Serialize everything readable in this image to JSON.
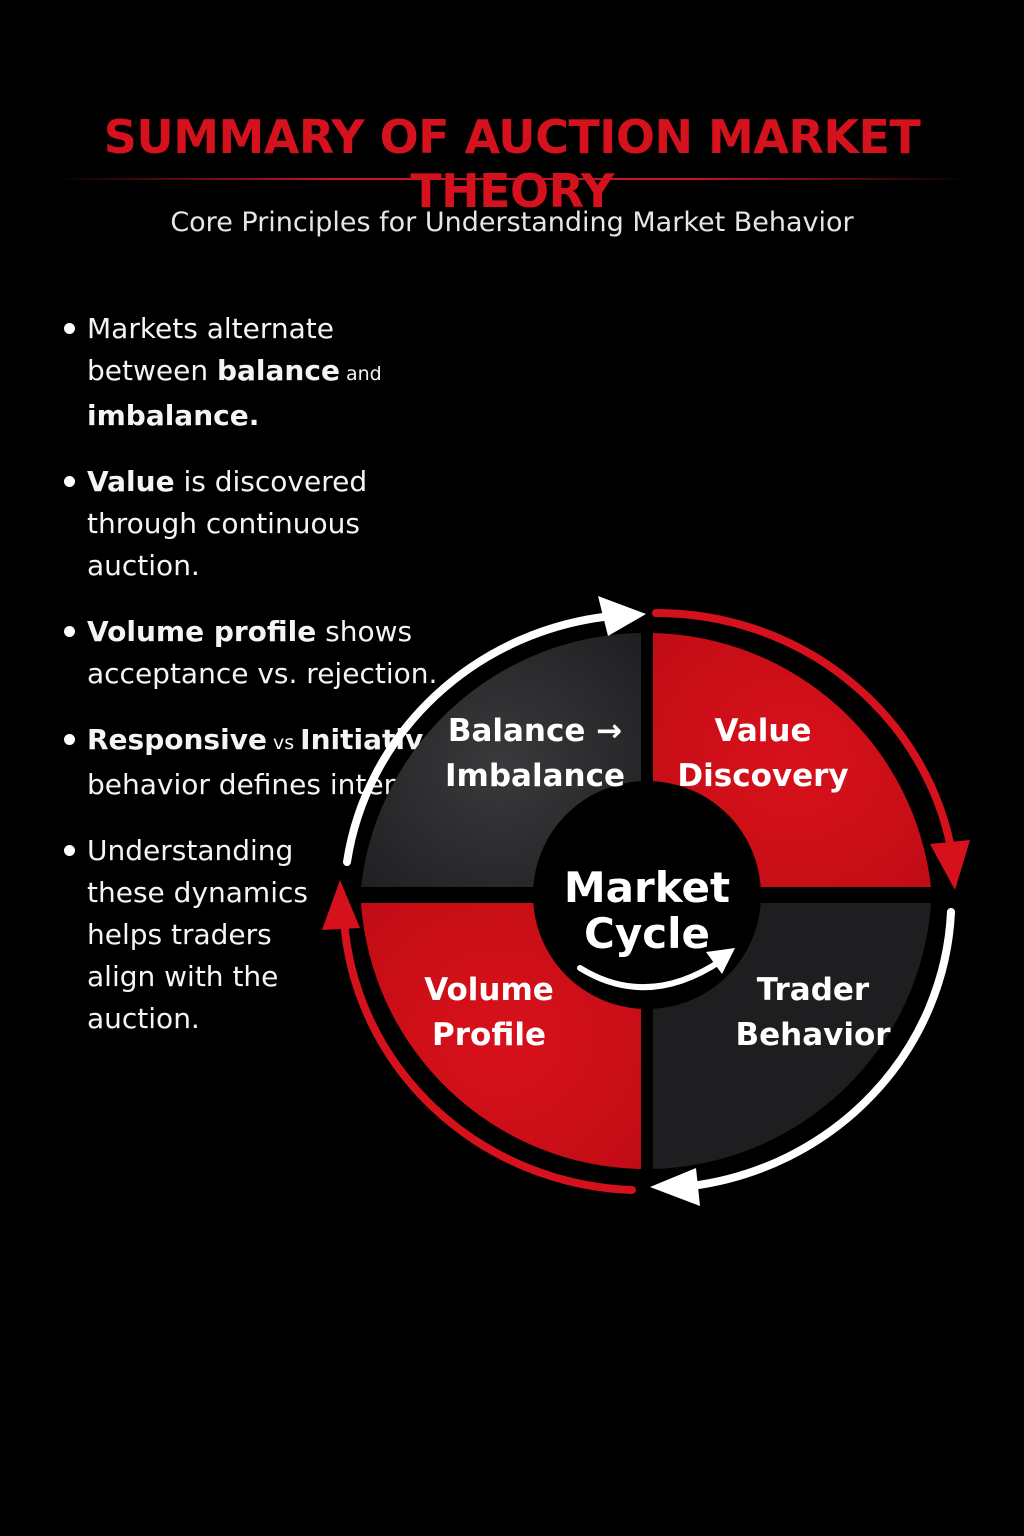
{
  "header": {
    "title": "SUMMARY OF AUCTION MARKET THEORY",
    "subtitle": "Core Principles for Understanding Market Behavior"
  },
  "bullets": [
    {
      "parts": [
        {
          "t": "Markets alternate between "
        },
        {
          "t": "balance",
          "b": true
        },
        {
          "t": " and ",
          "small": true
        },
        {
          "t": "imbalance.",
          "b": true
        }
      ]
    },
    {
      "parts": [
        {
          "t": "Value",
          "b": true
        },
        {
          "t": " is discovered through continuous auction."
        }
      ]
    },
    {
      "parts": [
        {
          "t": "Volume profile",
          "b": true
        },
        {
          "t": " shows acceptance vs. rejection."
        }
      ]
    },
    {
      "parts": [
        {
          "t": "Responsive",
          "b": true
        },
        {
          "t": " vs ",
          "small": true
        },
        {
          "t": "Initiative",
          "b": true
        },
        {
          "t": " behavior defines intent."
        }
      ]
    },
    {
      "parts": [
        {
          "t": "Understanding these dynamics helps traders align with the auction."
        }
      ],
      "narrow": true
    }
  ],
  "diagram": {
    "center": {
      "line1": "Market",
      "line2": "Cycle"
    },
    "segments": {
      "top_left": {
        "line1": "Balance →",
        "line2": "Imbalance"
      },
      "top_right": {
        "line1": "Value",
        "line2": "Discovery"
      },
      "bottom_left": {
        "line1": "Volume",
        "line2": "Profile"
      },
      "bottom_right": {
        "line1": "Trader",
        "line2": "Behavior"
      }
    },
    "colors": {
      "red": "#d10f19",
      "dark": "#2a2a2c",
      "darker": "#1c1c1e",
      "arrow_white": "#ffffff",
      "arrow_red": "#d4111d"
    }
  }
}
